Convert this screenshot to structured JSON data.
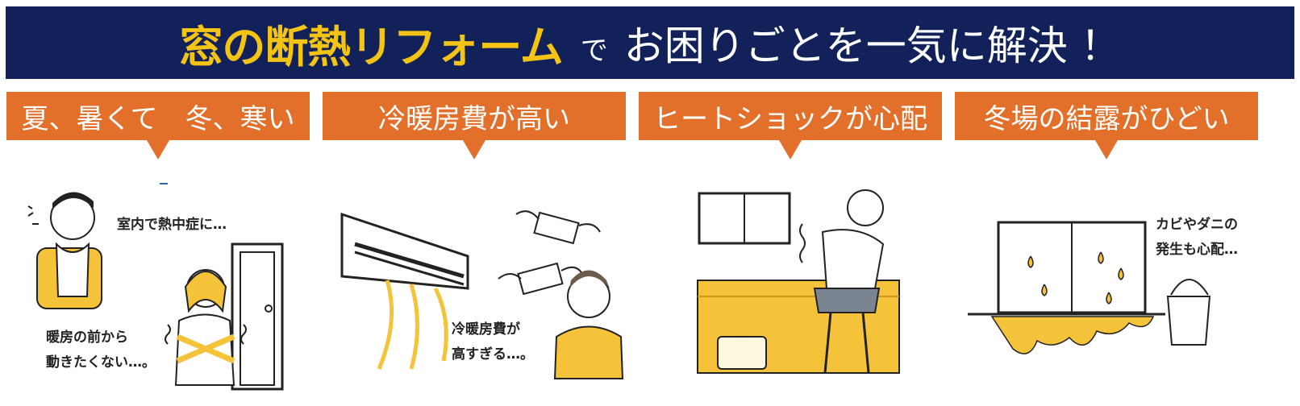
{
  "banner": {
    "highlight": "窓の断熱リフォーム",
    "connector": "で",
    "rest": "お困りごとを一気に解決 ！"
  },
  "tags": [
    {
      "label": "夏、暑くて　冬、寒い"
    },
    {
      "label": "冷暖房費が高い"
    },
    {
      "label": "ヒートショックが心配"
    },
    {
      "label": "冬場の結露がひどい"
    }
  ],
  "captions": {
    "p1_man": "室内で熱中症に…",
    "p1_woman_line1": "暖房の前から",
    "p1_woman_line2": "動きたくない…。",
    "p2_line1": "冷暖房費が",
    "p2_line2": "高すぎる…。",
    "p4_line1": "カビやダニの",
    "p4_line2": "発生も心配…"
  },
  "colors": {
    "navy": "#12215a",
    "gold": "#f3c416",
    "orange": "#e2702b",
    "yellow": "#f4c33a"
  }
}
